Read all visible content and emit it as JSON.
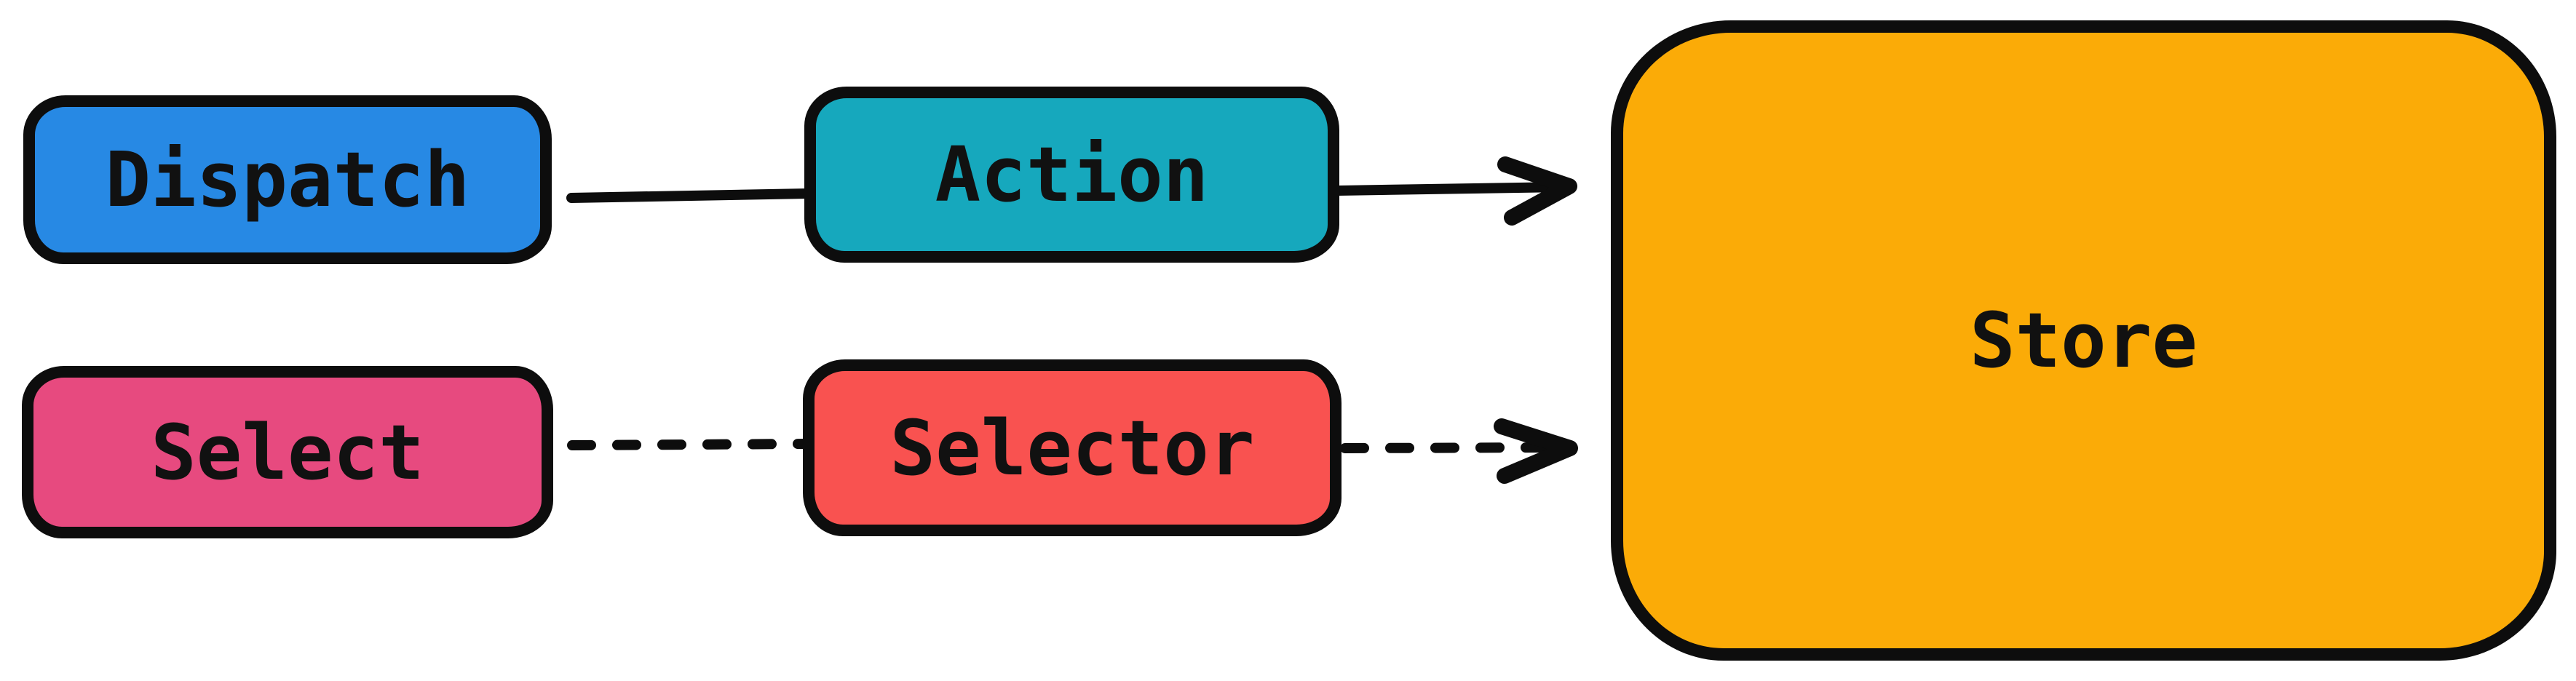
{
  "diagram": {
    "background_color": "#ffffff",
    "stroke_color": "#0d0d0d",
    "text_color": "#111111",
    "nodes": [
      {
        "id": "dispatch",
        "label": "Dispatch",
        "fill": "#2789e4"
      },
      {
        "id": "action",
        "label": "Action",
        "fill": "#16a8bd"
      },
      {
        "id": "store",
        "label": "Store",
        "fill": "#fbab07"
      },
      {
        "id": "select",
        "label": "Select",
        "fill": "#e74a7f"
      },
      {
        "id": "selector",
        "label": "Selector",
        "fill": "#f95250"
      }
    ],
    "edges": [
      {
        "from": "dispatch",
        "to": "action",
        "style": "solid",
        "arrowhead": "none"
      },
      {
        "from": "action",
        "to": "store",
        "style": "solid",
        "arrowhead": "arrow"
      },
      {
        "from": "select",
        "to": "selector",
        "style": "dashed",
        "arrowhead": "none"
      },
      {
        "from": "selector",
        "to": "store",
        "style": "dashed",
        "arrowhead": "arrow"
      }
    ]
  }
}
